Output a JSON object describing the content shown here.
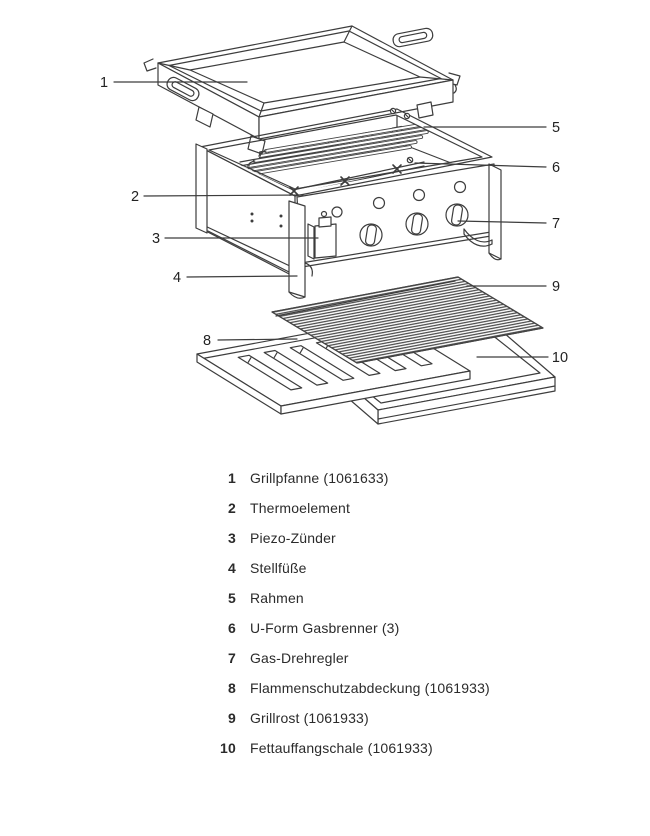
{
  "page": {
    "background": "#ffffff",
    "line_color": "#3d3d3d",
    "text_color": "#2b2b2b"
  },
  "diagram": {
    "type": "exploded-view-parts-drawing",
    "subject": "table gas grill",
    "callouts": [
      {
        "label": "1"
      },
      {
        "label": "2"
      },
      {
        "label": "3"
      },
      {
        "label": "4"
      },
      {
        "label": "5"
      },
      {
        "label": "6"
      },
      {
        "label": "7"
      },
      {
        "label": "8"
      },
      {
        "label": "9"
      },
      {
        "label": "10"
      }
    ]
  },
  "legend": {
    "items": [
      {
        "num": "1",
        "name": "Grillpfanne (1061633)"
      },
      {
        "num": "2",
        "name": "Thermoelement"
      },
      {
        "num": "3",
        "name": "Piezo-Zünder"
      },
      {
        "num": "4",
        "name": "Stellfüße"
      },
      {
        "num": "5",
        "name": "Rahmen"
      },
      {
        "num": "6",
        "name": "U-Form Gasbrenner (3)"
      },
      {
        "num": "7",
        "name": "Gas-Drehregler"
      },
      {
        "num": "8",
        "name": "Flammenschutzabdeckung (1061933)"
      },
      {
        "num": "9",
        "name": "Grillrost (1061933)"
      },
      {
        "num": "10",
        "name": "Fettauffangschale (1061933)"
      }
    ]
  }
}
